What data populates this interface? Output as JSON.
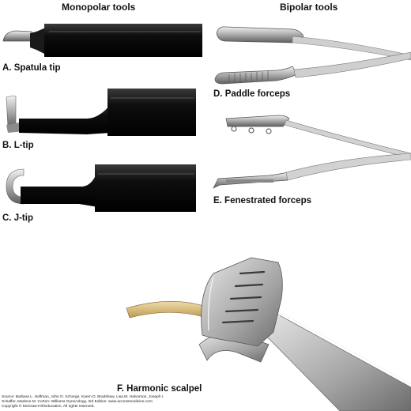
{
  "headers": {
    "monopolar": "Monopolar tools",
    "bipolar": "Bipolar tools"
  },
  "labels": {
    "a": "A. Spatula tip",
    "b": "B. L-tip",
    "c": "C. J-tip",
    "d": "D. Paddle forceps",
    "e": "E. Fenestrated forceps",
    "f": "F. Harmonic scalpel"
  },
  "credit": {
    "line1": "Source: Barbara L. Hoffman, John O. Schorge, Karen D. Bradshaw, Lisa M. Halvorson, Joseph I.",
    "line2": "Schaffer, Marlene M. Corton: Williams Gynecology, 3rd Edition: www.accessmedicine.com",
    "line3": "Copyright © McGraw-Hill Education. All rights reserved."
  }
}
